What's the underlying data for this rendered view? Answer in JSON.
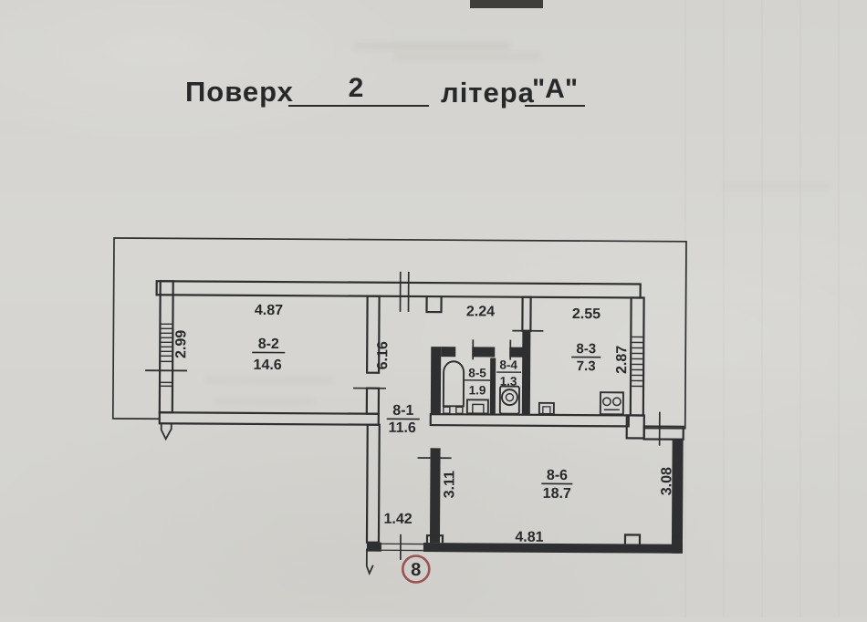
{
  "title": {
    "floor_label": "Поверх",
    "floor_value": "2",
    "letter_label": "літера",
    "letter_value": "\"А\""
  },
  "plan": {
    "apartment_number": "8",
    "rooms": [
      {
        "id": "8-2",
        "area": "14.6"
      },
      {
        "id": "8-3",
        "area": "7.3"
      },
      {
        "id": "8-5",
        "area": "1.9"
      },
      {
        "id": "8-4",
        "area": "1.3"
      },
      {
        "id": "8-1",
        "area": "11.6"
      },
      {
        "id": "8-6",
        "area": "18.7"
      }
    ],
    "dims": {
      "room_8_2_width": "4.87",
      "room_8_2_depth": "2.99",
      "hallway_length": "6.16",
      "hallway_top": "2.24",
      "kitchen_width": "2.55",
      "kitchen_depth": "2.87",
      "room_8_6_left": "3.11",
      "room_8_6_right": "3.08",
      "room_8_6_bottom": "4.81",
      "entry_width": "1.42"
    },
    "colors": {
      "paper": "#d5d4d0",
      "ink": "#27292c",
      "badge_ring": "#995352",
      "scan_bar": "#3f3e3c"
    }
  }
}
